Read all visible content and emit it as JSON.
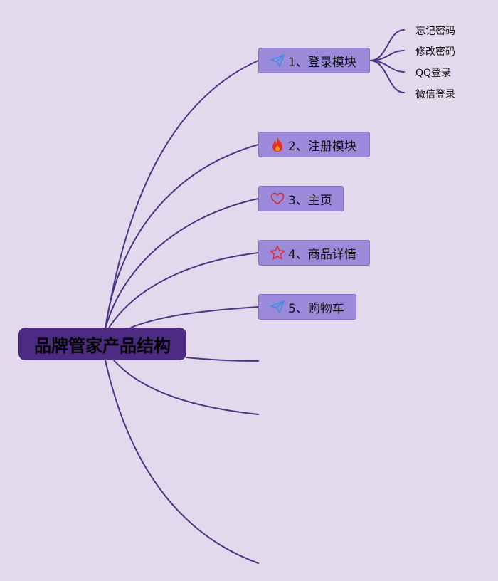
{
  "root": {
    "label": "品牌管家产品结构"
  },
  "branches": [
    {
      "label": "1、登录模块",
      "icon": "paper-plane-icon",
      "icon_color": "#3f8fe0",
      "children": [
        "忘记密码",
        "修改密码",
        "QQ登录",
        "微信登录"
      ]
    },
    {
      "label": "2、注册模块",
      "icon": "fire-icon",
      "icon_color": "#e8311a",
      "children": []
    },
    {
      "label": "3、主页",
      "icon": "heart-icon",
      "icon_color": "#d8253c",
      "children": []
    },
    {
      "label": "4、商品详情",
      "icon": "star-icon",
      "icon_color": "#e0262e",
      "children": []
    },
    {
      "label": "5、购物车",
      "icon": "paper-plane-icon",
      "icon_color": "#3f8fe0",
      "children": []
    }
  ],
  "colors": {
    "background": "#e3d9ed",
    "root_fill": "#4e2b82",
    "topic_fill": "#9b8ad9",
    "connector": "#4b3585"
  }
}
